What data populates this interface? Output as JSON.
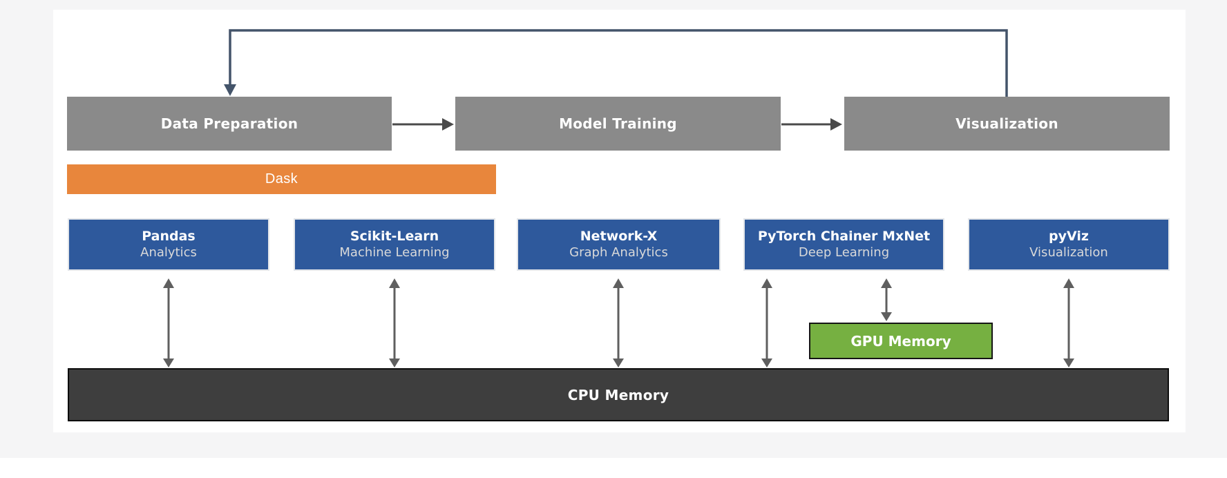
{
  "palette": {
    "page_bg": "#f5f5f6",
    "panel_bg": "#ffffff",
    "stage_fill": "#8a8a8a",
    "stage_text": "#ffffff",
    "dask_fill": "#e8863c",
    "lib_fill": "#2e599c",
    "lib_border": "#e2e5e9",
    "lib_title_color": "#ffffff",
    "lib_subtitle_color": "#d9d9d9",
    "gpu_fill": "#76b041",
    "gpu_border": "#151515",
    "cpu_fill": "#3e3e3e",
    "cpu_border": "#0c0c0c",
    "loop_color": "#44546a",
    "flow_arrow_color": "#4a4a4a",
    "mem_arrow_color": "#5f5f5f"
  },
  "pipeline": {
    "stages": [
      {
        "label": "Data Preparation"
      },
      {
        "label": "Model Training"
      },
      {
        "label": "Visualization"
      }
    ]
  },
  "scheduler": {
    "label": "Dask"
  },
  "libraries": [
    {
      "name": "Pandas",
      "category": "Analytics"
    },
    {
      "name": "Scikit-Learn",
      "category": "Machine Learning"
    },
    {
      "name": "Network-X",
      "category": "Graph Analytics"
    },
    {
      "name": "PyTorch Chainer MxNet",
      "category": "Deep Learning"
    },
    {
      "name": "pyViz",
      "category": "Visualization"
    }
  ],
  "memory": {
    "gpu": {
      "label": "GPU Memory"
    },
    "cpu": {
      "label": "CPU Memory"
    }
  }
}
